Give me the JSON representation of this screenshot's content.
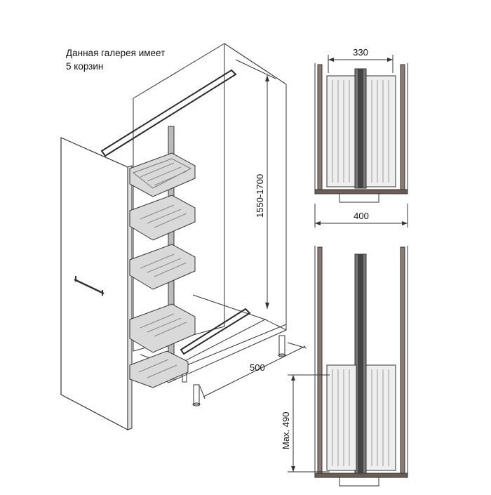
{
  "caption": {
    "line1": "Данная галерея имеет",
    "line2": "5 корзин"
  },
  "dimensions": {
    "height": "1550-1700",
    "depth": "500",
    "top_width": "330",
    "cabinet_width": "400",
    "max_travel": "Max. 490"
  },
  "colors": {
    "line": "#333333",
    "dark_frame": "#4a4a4a",
    "frame_fill": "#8a7a70"
  }
}
